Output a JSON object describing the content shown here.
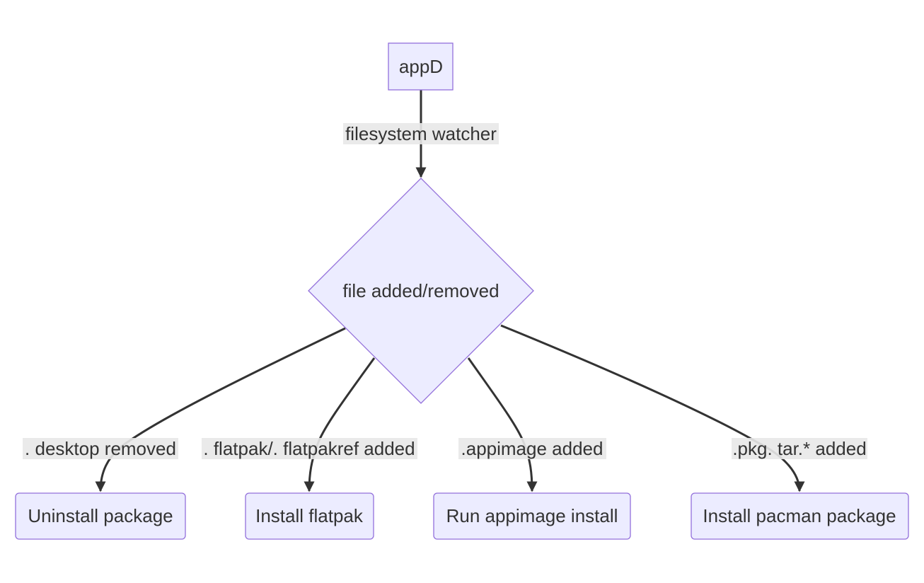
{
  "nodes": {
    "appd": "appD",
    "decision": "file added/removed",
    "uninstall": "Uninstall package",
    "install_flatpak": "Install flatpak",
    "run_appimage": "Run appimage install",
    "install_pacman": "Install pacman package"
  },
  "edges": {
    "watcher": "filesystem watcher",
    "desktop_removed": ". desktop removed",
    "flatpak_added": ". flatpak/. flatpakref added",
    "appimage_added": ".appimage added",
    "pkg_added": ".pkg. tar.* added"
  },
  "colors": {
    "node_fill": "#ececff",
    "node_stroke": "#9370db",
    "edge": "#333333",
    "label_bg": "#e8e8e8"
  }
}
